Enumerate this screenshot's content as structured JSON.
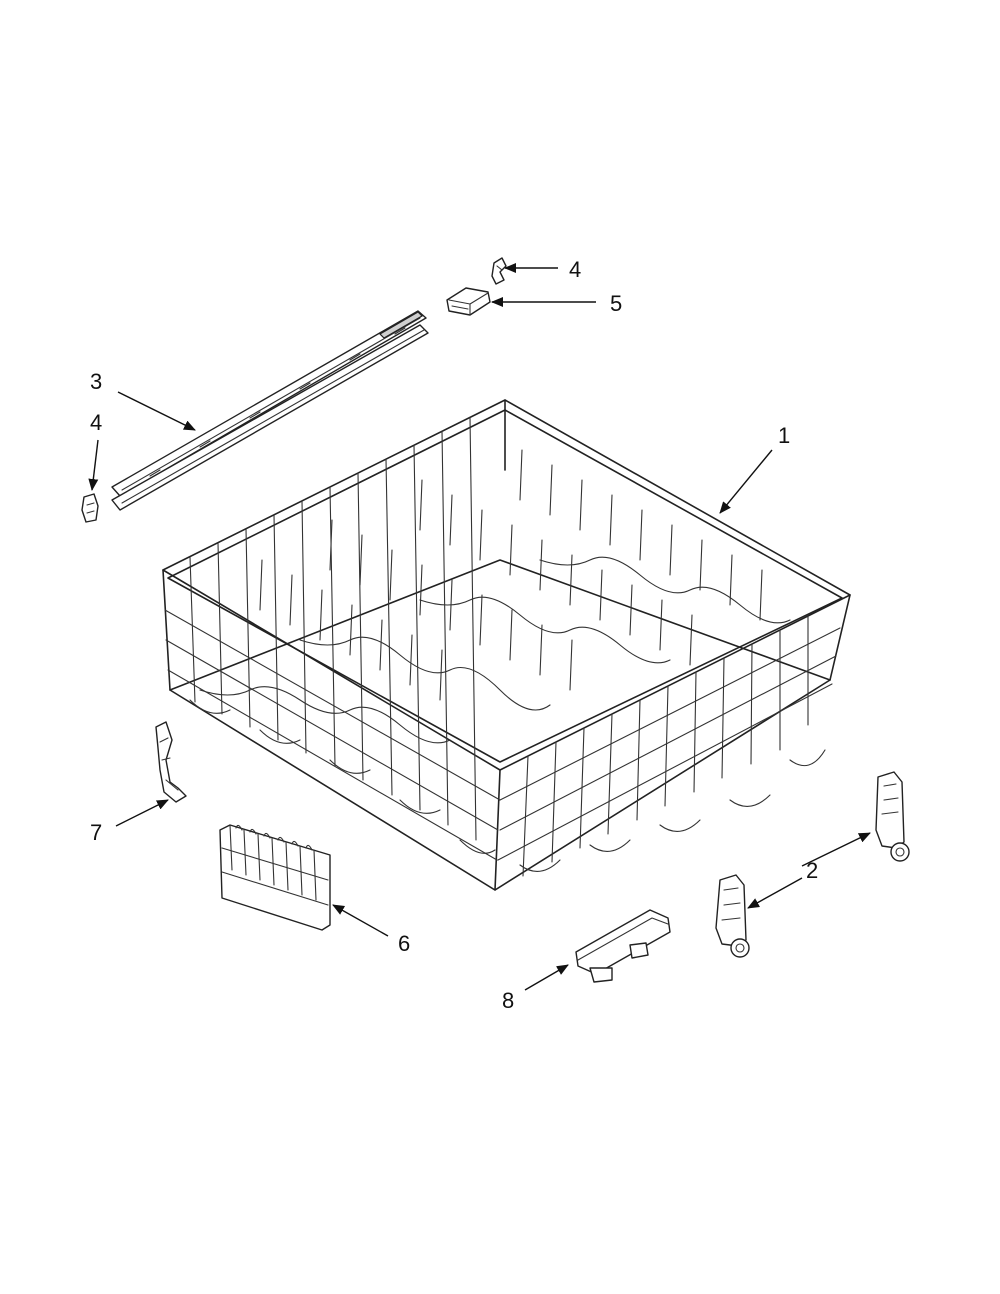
{
  "diagram": {
    "callouts": [
      {
        "id": "c4-top",
        "label": "4"
      },
      {
        "id": "c5",
        "label": "5"
      },
      {
        "id": "c3",
        "label": "3"
      },
      {
        "id": "c4-left",
        "label": "4"
      },
      {
        "id": "c1",
        "label": "1"
      },
      {
        "id": "c7",
        "label": "7"
      },
      {
        "id": "c6",
        "label": "6"
      },
      {
        "id": "c2",
        "label": "2"
      },
      {
        "id": "c8",
        "label": "8"
      }
    ],
    "parts": [
      {
        "ref": "1",
        "icon": "dish-rack-icon"
      },
      {
        "ref": "2",
        "icon": "rack-wheel-adjuster-icon"
      },
      {
        "ref": "3",
        "icon": "rack-track-rail-icon"
      },
      {
        "ref": "4",
        "icon": "rail-end-cap-icon"
      },
      {
        "ref": "5",
        "icon": "rail-stop-icon"
      },
      {
        "ref": "6",
        "icon": "fold-down-tine-row-icon"
      },
      {
        "ref": "7",
        "icon": "rack-clip-icon"
      },
      {
        "ref": "8",
        "icon": "rack-handle-icon"
      }
    ],
    "colors": {
      "line": "#222222",
      "background": "#ffffff"
    }
  }
}
